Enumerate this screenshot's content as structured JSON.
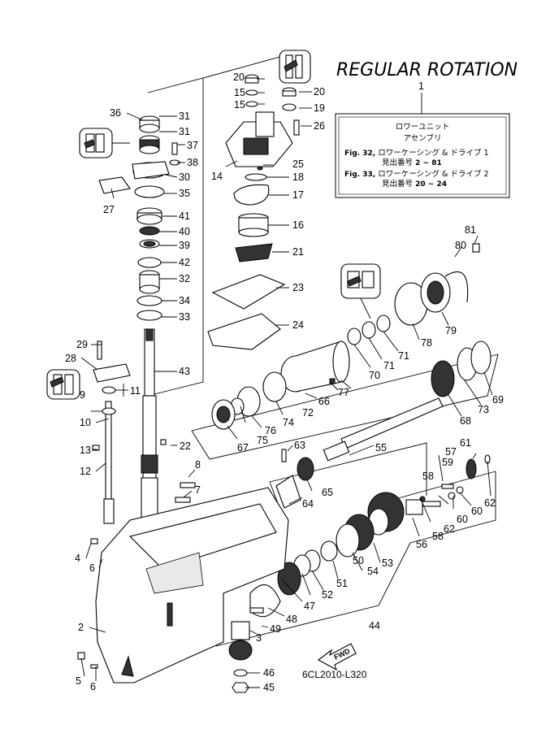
{
  "title": "REGULAR ROTATION",
  "assembly": {
    "number": "1",
    "name_line1": "ロワーユニット",
    "name_line2": "アセンブリ",
    "fig1_prefix": "Fig. 32,",
    "fig1_text": " ロワーケーシング & ドライブ 1",
    "fig1_ref_label": "見出番号",
    "fig1_ref": " 2 ~ 81",
    "fig2_prefix": "Fig. 33,",
    "fig2_text": " ロワーケーシング & ドライブ 2",
    "fig2_ref_label": "見出番号",
    "fig2_ref": " 20 ~ 24"
  },
  "diagram_code": "6CL2010-L320",
  "fwd_label": "FWD",
  "callouts": {
    "c2": "2",
    "c3": "3",
    "c4": "4",
    "c5": "5",
    "c6a": "6",
    "c6b": "6",
    "c7": "7",
    "c8": "8",
    "c9": "9",
    "c10": "10",
    "c11": "11",
    "c12": "12",
    "c13": "13",
    "c14": "14",
    "c15a": "15",
    "c15b": "15",
    "c16": "16",
    "c17": "17",
    "c18": "18",
    "c19": "19",
    "c20a": "20",
    "c20b": "20",
    "c21": "21",
    "c22": "22",
    "c23": "23",
    "c24": "24",
    "c25": "25",
    "c26": "26",
    "c27": "27",
    "c28": "28",
    "c29": "29",
    "c30": "30",
    "c31a": "31",
    "c31b": "31",
    "c32": "32",
    "c33": "33",
    "c34": "34",
    "c35": "35",
    "c36": "36",
    "c37": "37",
    "c38": "38",
    "c39": "39",
    "c40": "40",
    "c41": "41",
    "c42": "42",
    "c43": "43",
    "c44": "44",
    "c45": "45",
    "c46": "46",
    "c47": "47",
    "c48": "48",
    "c49": "49",
    "c50": "50",
    "c51": "51",
    "c52": "52",
    "c53": "53",
    "c54": "54",
    "c55": "55",
    "c56": "56",
    "c57": "57",
    "c58a": "58",
    "c58b": "58",
    "c59": "59",
    "c60a": "60",
    "c60b": "60",
    "c61": "61",
    "c62a": "62",
    "c62b": "62",
    "c63": "63",
    "c64": "64",
    "c65": "65",
    "c66": "66",
    "c67": "67",
    "c68": "68",
    "c69": "69",
    "c70": "70",
    "c71a": "71",
    "c71b": "71",
    "c72": "72",
    "c73": "73",
    "c74": "74",
    "c75": "75",
    "c76": "76",
    "c77": "77",
    "c78": "78",
    "c79": "79",
    "c80": "80",
    "c81": "81"
  }
}
